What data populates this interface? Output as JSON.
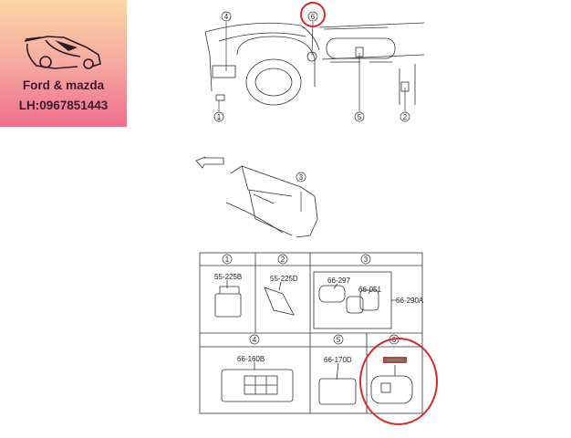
{
  "logo": {
    "line1": "Ford & mazda",
    "line2": "LH:0967851443",
    "icon": "sports-car-icon"
  },
  "callouts": {
    "c1": "1",
    "c2": "2",
    "c3": "3",
    "c4": "4",
    "c5": "5",
    "c6": "6"
  },
  "parts": {
    "p1": "55-225B",
    "p2": "55-225D",
    "p3a": "66-297",
    "p3b": "66-051",
    "p3c": "66-290A",
    "p4": "66-160B",
    "p5": "66-170D"
  },
  "colors": {
    "highlight_circle": "#d42a2a",
    "logo_top": "#fbd7a4",
    "logo_bottom": "#ef6e8c"
  }
}
